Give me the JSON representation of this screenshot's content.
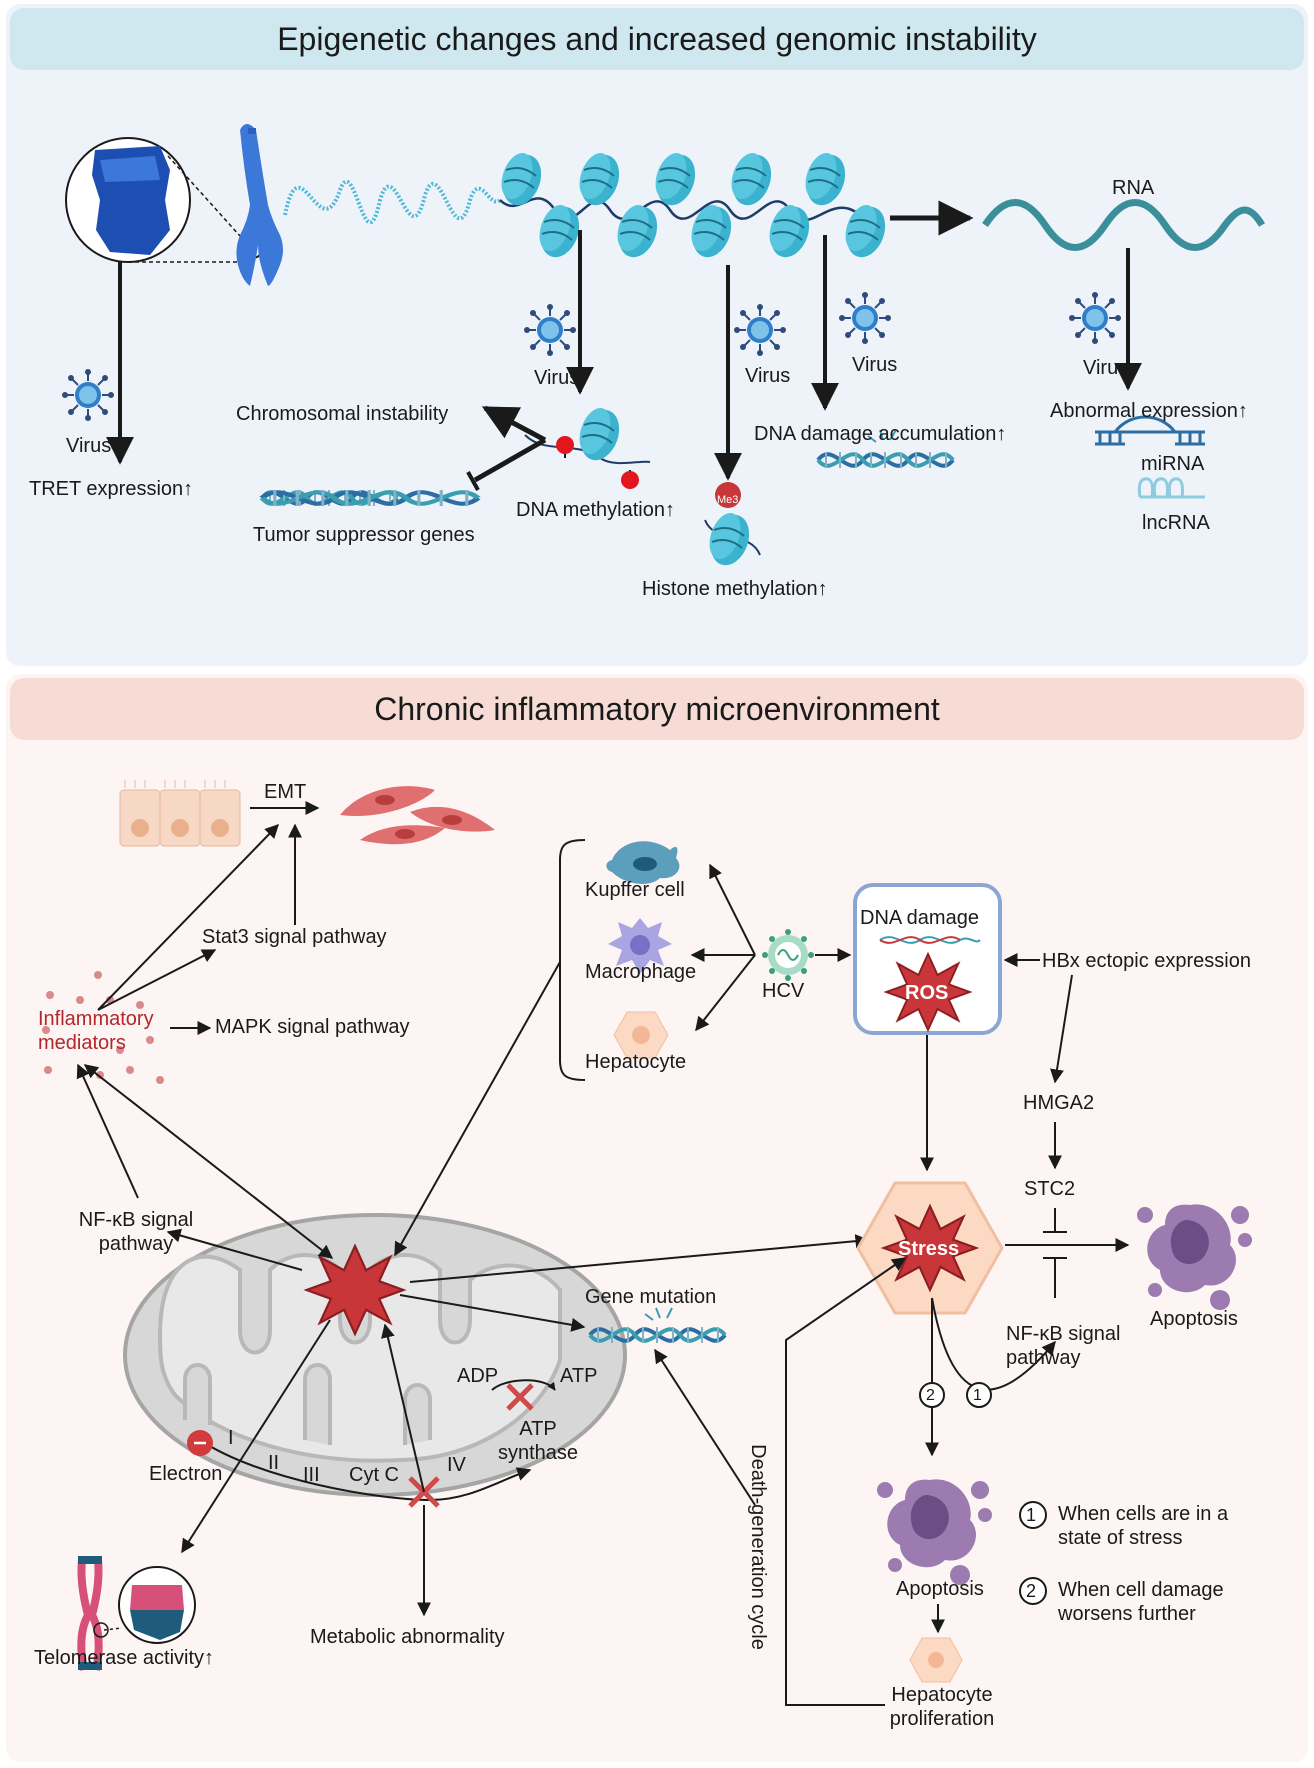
{
  "panels": {
    "top_title": "Epigenetic changes and increased genomic instability",
    "bottom_title": "Chronic inflammatory microenvironment"
  },
  "top": {
    "virus": "Virus",
    "rna": "RNA",
    "tret": "TRET expression↑",
    "chromosomal_instability": "Chromosomal instability",
    "tumor_suppressor": "Tumor suppressor genes",
    "dna_methylation": "DNA methylation↑",
    "histone_methylation": "Histone methylation↑",
    "me3": "Me3",
    "dna_damage_accumulation": "DNA damage accumulation↑",
    "abnormal_expression": "Abnormal expression↑",
    "mirna": "miRNA",
    "lncrna": "lncRNA"
  },
  "bottom": {
    "emt": "EMT",
    "stat3": "Stat3 signal pathway",
    "mapk": "MAPK signal pathway",
    "inflammatory_mediators": "Inflammatory mediators",
    "nfkb_left": "NF-κB signal pathway",
    "kupffer": "Kupffer cell",
    "macrophage": "Macrophage",
    "hepatocyte": "Hepatocyte",
    "hcv": "HCV",
    "dna_damage": "DNA damage",
    "ros": "ROS",
    "hbx": "HBx ectopic expression",
    "hmga2": "HMGA2",
    "stc2": "STC2",
    "stress": "Stress",
    "apoptosis": "Apoptosis",
    "nfkb_right": "NF-κB signal pathway",
    "gene_mutation": "Gene mutation",
    "adp": "ADP",
    "atp": "ATP",
    "atp_synthase": "ATP synthase",
    "electron": "Electron",
    "complex_1": "I",
    "complex_2": "II",
    "complex_3": "III",
    "cyt_c": "Cyt C",
    "complex_4": "IV",
    "metabolic": "Metabolic abnormality",
    "telomerase": "Telomerase activity↑",
    "death_cycle": "Death-generation cycle",
    "hepatocyte_proliferation": "Hepatocyte proliferation",
    "num1": "1",
    "num2": "2",
    "legend_1": "When cells are in a state of stress",
    "legend_2": "When cell damage worsens further"
  },
  "colors": {
    "nucleosome": "#3bb3cf",
    "chromosome": "#2f6fd6",
    "dna_teal": "#3a8f9a",
    "ros_red": "#c9363a",
    "stress_red": "#c9363a",
    "apoptotic_purple": "#8c6a9e",
    "mitochondria_grey": "#cfcfcf"
  },
  "icons": [
    "virus-icon",
    "chromosome-icon",
    "nucleosome-icon",
    "dna-helix-icon",
    "mitochondrion-icon",
    "kupffer-cell-icon",
    "macrophage-icon",
    "hepatocyte-icon",
    "hcv-icon",
    "ros-burst-icon",
    "stress-burst-icon",
    "apoptotic-cell-icon",
    "epithelial-cells-icon",
    "mesenchymal-cells-icon",
    "telomere-icon"
  ]
}
